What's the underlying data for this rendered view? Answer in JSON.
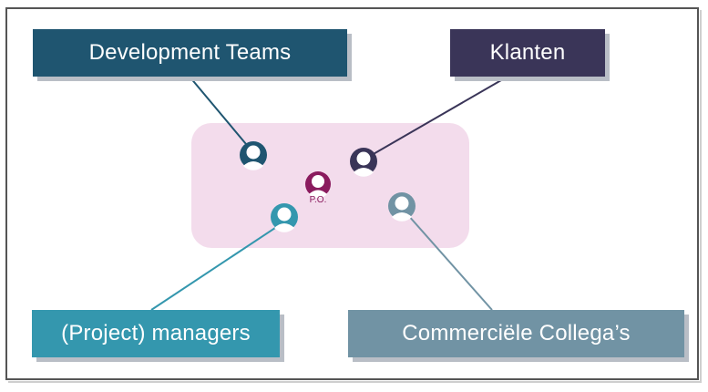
{
  "diagram": {
    "center_label": "P.O.",
    "stakeholders": [
      {
        "id": "dev",
        "label": "Development Teams",
        "color": "#1f5570"
      },
      {
        "id": "klanten",
        "label": "Klanten",
        "color": "#3a3558"
      },
      {
        "id": "pm",
        "label": "(Project) managers",
        "color": "#3497ae"
      },
      {
        "id": "com",
        "label": "Commerciële Collega’s",
        "color": "#7193a4"
      }
    ],
    "colors": {
      "hub_background": "#f3dcec",
      "product_owner": "#8a1b5e",
      "frame": "#555555"
    },
    "icons": [
      "person-icon"
    ]
  }
}
